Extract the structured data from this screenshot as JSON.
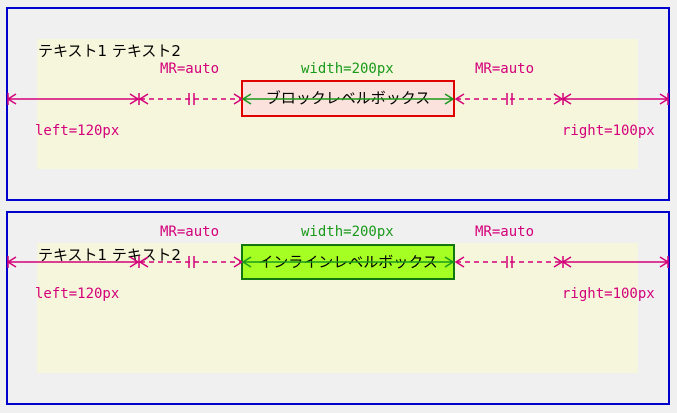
{
  "panel1": {
    "text_line": "テキスト1 テキスト2",
    "mr_left": "MR=auto",
    "width_label": "width=200px",
    "mr_right": "MR=auto",
    "box_label": "ブロックレベルボックス",
    "left_label": "left=120px",
    "right_label": "right=100px"
  },
  "panel2": {
    "text_line": "テキスト1 テキスト2",
    "mr_left": "MR=auto",
    "width_label": "width=200px",
    "mr_right": "MR=auto",
    "box_label": "インラインレベルボックス",
    "left_label": "left=120px",
    "right_label": "right=100px"
  },
  "colors": {
    "panel_border": "#0000cc",
    "inner_bg": "#f6f6dc",
    "dimension": "#d4007a",
    "width_dimension": "#1a9a1a",
    "block_border": "#e00000",
    "block_fill": "#fbe2dc",
    "inline_border": "#117711",
    "inline_fill": "#a6ff22"
  }
}
